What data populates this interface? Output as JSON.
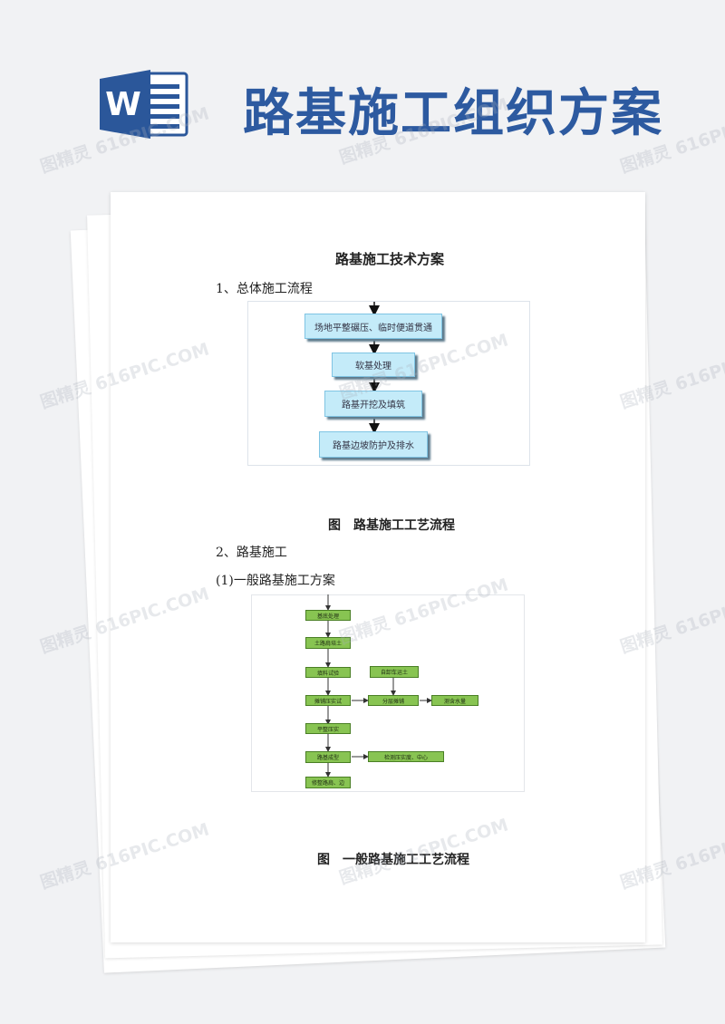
{
  "header": {
    "app_icon": "word-icon",
    "app_letter": "W",
    "title": "路基施工组织方案"
  },
  "document": {
    "main_heading": "路基施工技术方案",
    "section1": "1、总体施工流程",
    "figure1_caption": "图　路基施工工艺流程",
    "section2": "2、路基施工",
    "subsection1": "(1)一般路基施工方案",
    "figure2_caption": "图　一般路基施工工艺流程"
  },
  "flow1": {
    "steps": [
      "场地平整碾压、临时便道贯通",
      "软基处理",
      "路基开挖及填筑",
      "路基边坡防护及排水"
    ]
  },
  "flow2": {
    "main_steps": [
      "基底处理",
      "土路肩培土",
      "填料试验",
      "摊铺压实试",
      "平整压实",
      "路基成型",
      "修整路肩、边"
    ],
    "side_steps": {
      "test_prep": "自卸车运土",
      "layered": "分层摊铺",
      "moisture": "测含水量",
      "inspection": "检测压实度、中心"
    }
  },
  "watermark": {
    "text": "图精灵 616PIC.COM"
  },
  "colors": {
    "title_blue": "#2d5aa0",
    "word_blue": "#2b579a",
    "flow1_box": "#c4ebf9",
    "flow2_box": "#88c452"
  }
}
